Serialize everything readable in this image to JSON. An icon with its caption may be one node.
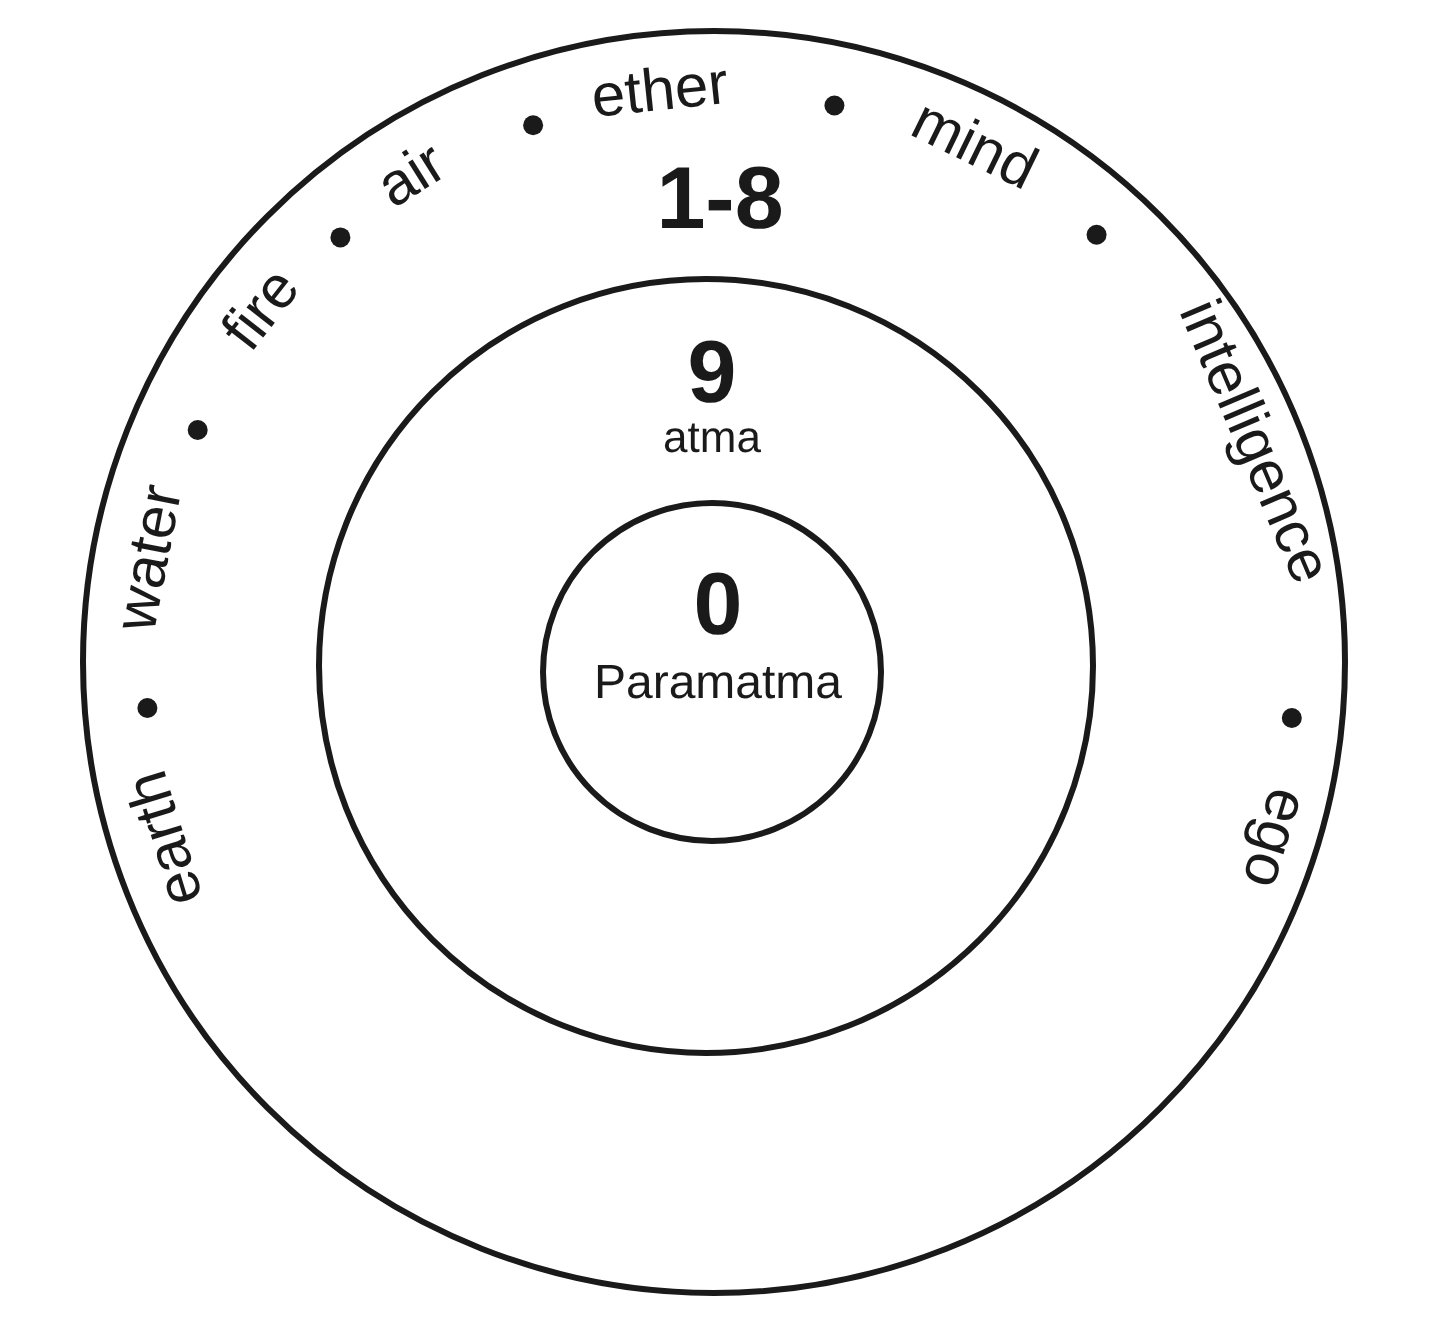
{
  "diagram": {
    "nodes": [
      {
        "text": [
          "1-8",
          "earth",
          "water",
          "fire",
          "air",
          "ether",
          "mind",
          "intelligence",
          "ego"
        ]
      },
      {
        "text": [
          "9",
          "atma"
        ],
        "in": 0
      },
      {
        "text": [
          "0",
          "Paramatma"
        ],
        "in": 1
      }
    ]
  }
}
